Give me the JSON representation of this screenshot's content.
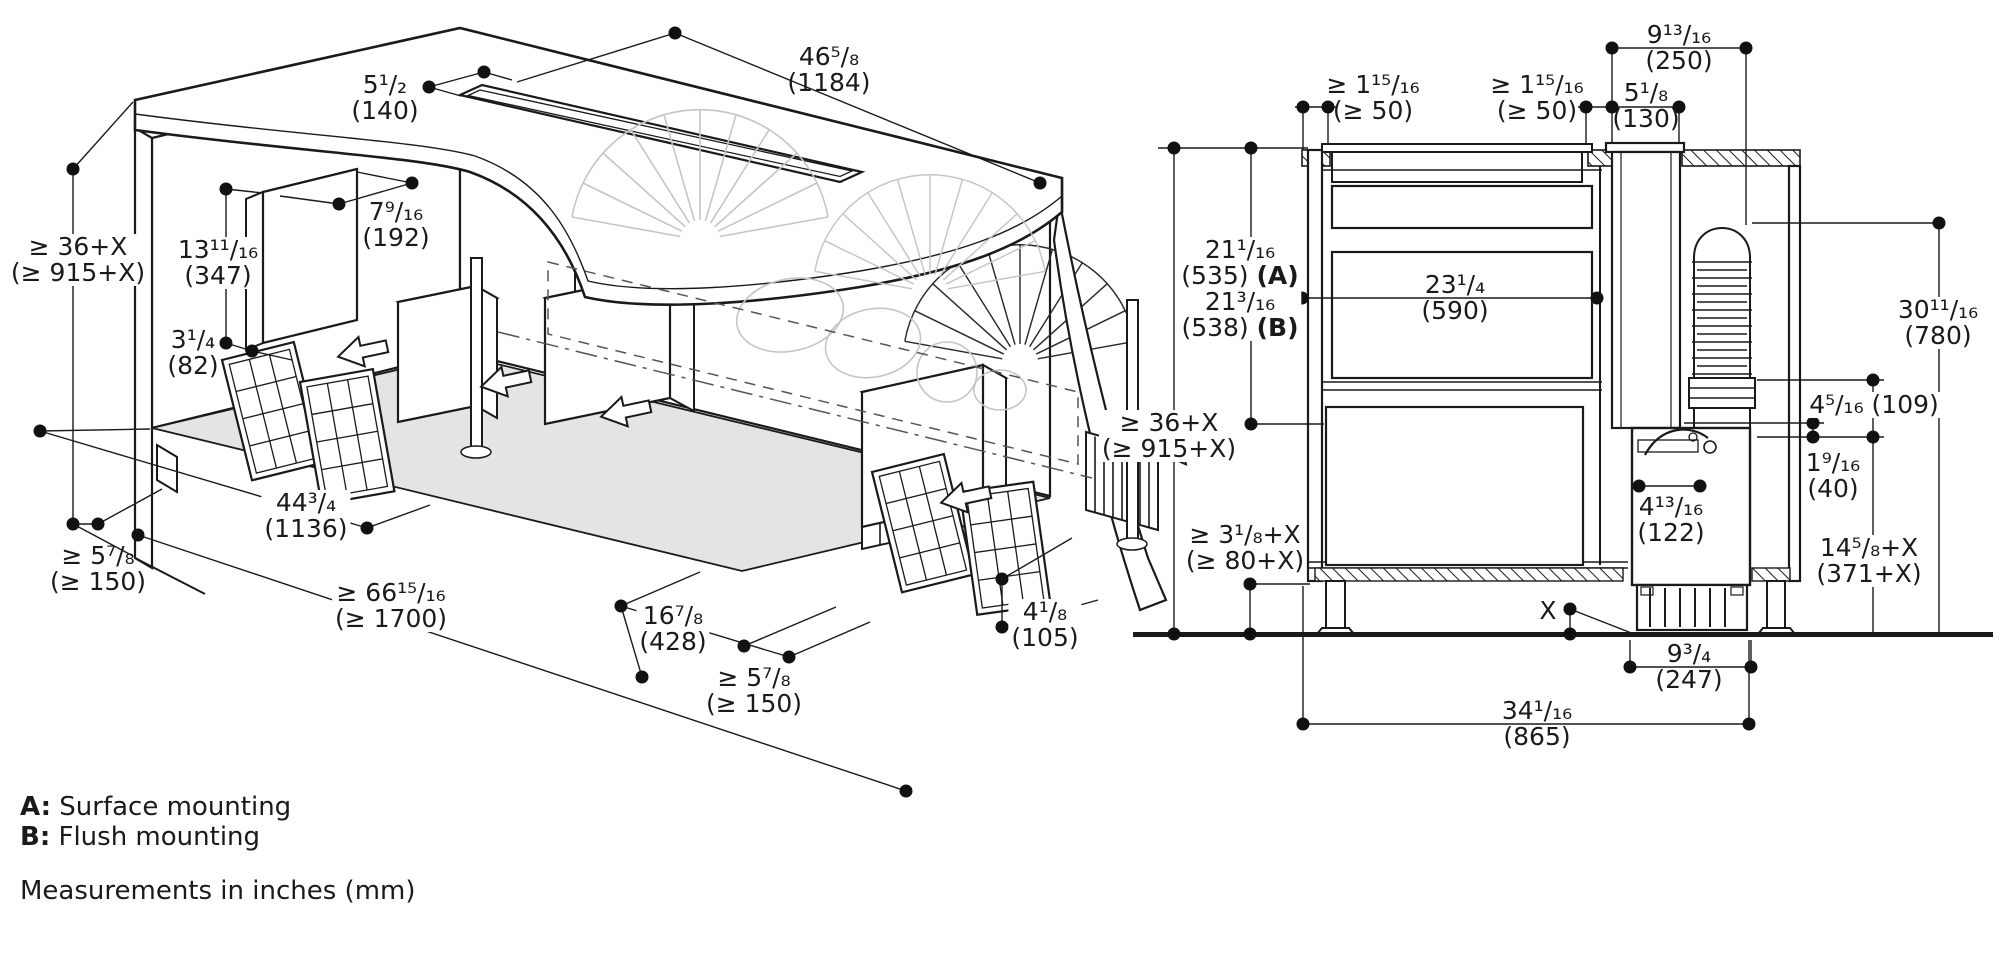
{
  "colors": {
    "ink": "#1a1a1a",
    "hidden_gray": "#c5c5c5",
    "floor_gray": "#e4e4e4",
    "background": "#ffffff"
  },
  "legend": {
    "a_key": "A:",
    "a_text": "Surface mounting",
    "b_key": "B:",
    "b_text": "Flush mounting",
    "units": "Measurements in inches (mm)"
  },
  "left_view": {
    "dims": {
      "slot_width": {
        "in": "5¹/₂",
        "mm": "(140)"
      },
      "slot_length": {
        "in": "46⁵/₈",
        "mm": "(1184)"
      },
      "box_depth": {
        "in": "7⁹/₁₆",
        "mm": "(192)"
      },
      "box_height": {
        "in": "13¹¹/₁₆",
        "mm": "(347)"
      },
      "box_bottom_gap": {
        "in": "3¹/₄",
        "mm": "(82)"
      },
      "height_min": {
        "in": "≥ 36+X",
        "mm": "(≥ 915+X)"
      },
      "clearance_left": {
        "in": "≥ 5⁷/₈",
        "mm": "(≥ 150)"
      },
      "floor_cutout_length": {
        "in": "44³/₄",
        "mm": "(1136)"
      },
      "total_length_min": {
        "in": "≥ 66¹⁵/₁₆",
        "mm": "(≥ 1700)"
      },
      "floor_cutout_width": {
        "in": "16⁷/₈",
        "mm": "(428)"
      },
      "clearance_front": {
        "in": "≥ 5⁷/₈",
        "mm": "(≥ 150)"
      },
      "outlet_height": {
        "in": "4¹/₈",
        "mm": "(105)"
      }
    }
  },
  "right_view": {
    "dims": {
      "duct_offset": {
        "in": "9¹³/₁₆",
        "mm": "(250)"
      },
      "overhang_left": {
        "in": "≥ 1¹⁵/₁₆",
        "mm": "(≥ 50)"
      },
      "overhang_right": {
        "in": "≥ 1¹⁵/₁₆",
        "mm": "(≥ 50)"
      },
      "downdraft_width": {
        "in": "5¹/₈",
        "mm": "(130)"
      },
      "depth_surface": {
        "in": "21¹/₁₆",
        "mm": "(535)",
        "tag": "(A)"
      },
      "depth_flush": {
        "in": "21³/₁₆",
        "mm": "(538)",
        "tag": "(B)"
      },
      "drawer_depth": {
        "in": "23¹/₄",
        "mm": "(590)"
      },
      "height_min": {
        "in": "≥ 36+X",
        "mm": "(≥ 915+X)"
      },
      "duct_height": {
        "in": "30¹¹/₁₆",
        "mm": "(780)"
      },
      "damper_offset": {
        "in": "4⁵/₁₆ (109)"
      },
      "damper_gap": {
        "in": "1⁹/₁₆",
        "mm": "(40)"
      },
      "plinth_min": {
        "in": "≥ 3¹/₈+X",
        "mm": "(≥ 80+X)"
      },
      "blower_width": {
        "in": "4¹³/₁₆",
        "mm": "(122)"
      },
      "outlet_clearance": {
        "in": "14⁵/₈+X",
        "mm": "(371+X)"
      },
      "foot_variable": {
        "in": "X"
      },
      "blower_depth": {
        "in": "9³/₄",
        "mm": "(247)"
      },
      "base_depth": {
        "in": "34¹/₁₆",
        "mm": "(865)"
      }
    }
  }
}
